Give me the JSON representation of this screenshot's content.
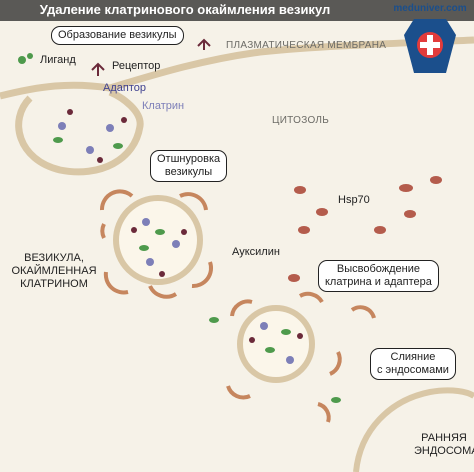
{
  "title": "Удаление клатринового окаймления везикул",
  "logo": {
    "site": "meduniver.com"
  },
  "labels": {
    "vesicle_formation": "Образование везикулы",
    "ligand": "Лиганд",
    "receptor": "Рецептор",
    "adaptor": "Адаптор",
    "clathrin": "Клатрин",
    "plasma_membrane": "ПЛАЗМАТИЧЕСКАЯ МЕМБРАНА",
    "cytosol": "ЦИТОЗОЛЬ",
    "pinching_off_line1": "Отшнуровка",
    "pinching_off_line2": "везикулы",
    "coated_vesicle_line1": "ВЕЗИКУЛА,",
    "coated_vesicle_line2": "ОКАЙМЛЕННАЯ",
    "coated_vesicle_line3": "КЛАТРИНОМ",
    "hsp70": "Hsp70",
    "auxilin": "Ауксилин",
    "release_line1": "Высвобождение",
    "release_line2": "клатрина и адаптера",
    "fusion_line1": "Слияние",
    "fusion_line2": "с эндосомами",
    "early_endosome_line1": "РАННЯЯ",
    "early_endosome_line2": "ЭНДОСОМА"
  },
  "colors": {
    "clathrin": "#c6865e",
    "adaptor": "#7d7fb8",
    "receptor": "#6b2a3a",
    "ligand": "#4e9a4c",
    "hsp70": "#b45c4c",
    "membrane": "#d8c6a4"
  }
}
